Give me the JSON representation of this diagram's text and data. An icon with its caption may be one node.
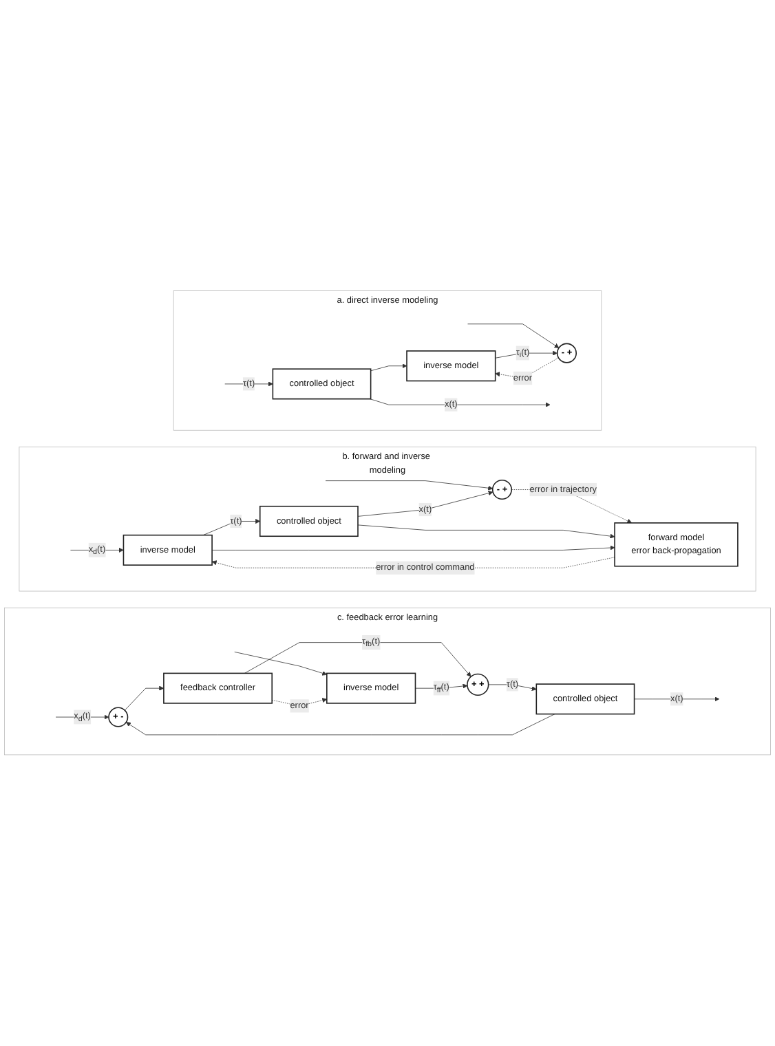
{
  "diagram": {
    "nodes": [
      {
        "text": [
          "a. direct inverse modeling"
        ]
      },
      {
        "text": [
          "inverse model"
        ],
        "in": 0
      },
      {
        "text": [
          "-",
          "+"
        ],
        "in": 0
      },
      {
        "text": [
          "controlled object"
        ],
        "in": 0
      },
      {
        "text": [
          "b. forward and inverse modeling"
        ]
      },
      {
        "text": [
          "forward model",
          "error back-propagation"
        ],
        "in": 4
      },
      {
        "text": [
          "inverse model"
        ],
        "in": 4
      },
      {
        "text": [
          "controlled object"
        ],
        "in": 4
      },
      {
        "text": [
          "-",
          "+"
        ],
        "in": 4
      },
      {
        "text": [
          "c. feedback error learning"
        ]
      },
      {
        "text": [
          "inverse model"
        ],
        "in": 9
      },
      {
        "text": [
          "+",
          "-"
        ],
        "in": 9
      },
      {
        "text": [
          "feedback controller"
        ],
        "in": 9
      },
      {
        "text": [
          "+",
          "+"
        ],
        "in": 9
      },
      {
        "text": [
          "controlled object"
        ],
        "in": 9
      }
    ],
    "edges": [
      {
        "from": null,
        "to": 3,
        "arrow": "to",
        "label": "τ(t)"
      },
      {
        "from": null,
        "to": 2,
        "arrow": "to"
      },
      {
        "from": 1,
        "to": 2,
        "arrow": "to",
        "label": "τ$_{i}$(t)"
      },
      {
        "from": 3,
        "to": null,
        "arrow": "to",
        "label": "x(t)"
      },
      {
        "from": 3,
        "to": 1,
        "arrow": "to"
      },
      {
        "from": 2,
        "to": 1,
        "arrow": "to",
        "label": "error",
        "style": "dashed"
      },
      {
        "from": null,
        "to": 6,
        "arrow": "to",
        "label": "x$_{d}$(t)"
      },
      {
        "from": null,
        "to": 8,
        "arrow": "to"
      },
      {
        "from": 6,
        "to": 7,
        "arrow": "to",
        "label": "τ(t)"
      },
      {
        "from": 6,
        "to": 5,
        "arrow": "to"
      },
      {
        "from": 7,
        "to": 8,
        "arrow": "to",
        "label": "x(t)"
      },
      {
        "from": 7,
        "to": 5,
        "arrow": "to"
      },
      {
        "from": 8,
        "to": 5,
        "arrow": "to",
        "label": "error in trajectory",
        "style": "dashed"
      },
      {
        "from": 5,
        "to": 6,
        "arrow": "to",
        "label": "error in control command",
        "style": "dashed"
      },
      {
        "from": null,
        "to": 11,
        "arrow": "to",
        "label": "x$_{d}$(t)"
      },
      {
        "from": null,
        "to": 10,
        "arrow": "to"
      },
      {
        "from": 11,
        "to": 12,
        "arrow": "to"
      },
      {
        "from": 12,
        "to": 13,
        "arrow": "to",
        "label": "τ$_{fb}$(t)"
      },
      {
        "from": 10,
        "to": 13,
        "arrow": "to",
        "label": "τ$_{ff}$(t)"
      },
      {
        "from": 13,
        "to": 14,
        "arrow": "to",
        "label": "τ(t)"
      },
      {
        "from": 14,
        "to": null,
        "arrow": "to",
        "label": "x(t)"
      },
      {
        "from": 14,
        "to": 11,
        "arrow": "to"
      },
      {
        "from": 12,
        "to": 10,
        "arrow": "to",
        "label": "error",
        "style": "dashed"
      }
    ]
  }
}
